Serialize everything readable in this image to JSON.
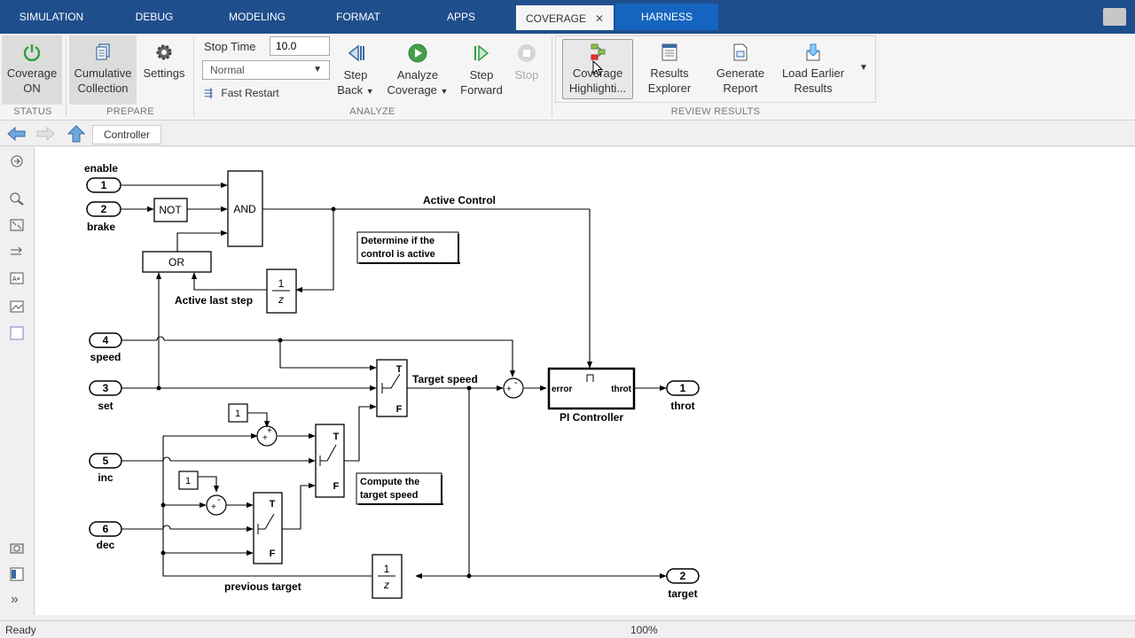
{
  "tabs": [
    "SIMULATION",
    "DEBUG",
    "MODELING",
    "FORMAT",
    "APPS",
    "COVERAGE",
    "HARNESS"
  ],
  "ribbon": {
    "status": {
      "label": "STATUS",
      "coverage_label": "Coverage",
      "coverage_state": "ON"
    },
    "prepare": {
      "label": "PREPARE",
      "cumulative_line1": "Cumulative",
      "cumulative_line2": "Collection",
      "settings": "Settings"
    },
    "analyze": {
      "label": "ANALYZE",
      "stop_time_label": "Stop Time",
      "stop_time_value": "10.0",
      "mode": "Normal",
      "fast_restart": "Fast Restart",
      "step_back_line1": "Step",
      "step_back_line2": "Back",
      "analyze_line1": "Analyze",
      "analyze_line2": "Coverage",
      "step_forward_line1": "Step",
      "step_forward_line2": "Forward",
      "stop": "Stop"
    },
    "review": {
      "label": "REVIEW RESULTS",
      "highlight_line1": "Coverage",
      "highlight_line2": "Highlighti...",
      "results_line1": "Results",
      "results_line2": "Explorer",
      "report_line1": "Generate",
      "report_line2": "Report",
      "load_line1": "Load Earlier",
      "load_line2": "Results"
    }
  },
  "breadcrumb": "Controller",
  "diagram": {
    "inports": [
      {
        "num": "1",
        "name": "enable"
      },
      {
        "num": "2",
        "name": "brake"
      },
      {
        "num": "4",
        "name": "speed"
      },
      {
        "num": "3",
        "name": "set"
      },
      {
        "num": "5",
        "name": "inc"
      },
      {
        "num": "6",
        "name": "dec"
      }
    ],
    "outports": [
      {
        "num": "1",
        "name": "throt"
      },
      {
        "num": "2",
        "name": "target"
      }
    ],
    "blocks": {
      "not": "NOT",
      "and": "AND",
      "or": "OR",
      "delay_num": "1",
      "delay_den": "z",
      "switch_t": "T",
      "switch_f": "F",
      "const": "1",
      "plus": "+",
      "minus": "-",
      "pi_error": "error",
      "pi_throt": "throt",
      "pi_name": "PI Controller"
    },
    "labels": {
      "active_control": "Active Control",
      "active_last_step": "Active last step",
      "target_speed": "Target speed",
      "previous_target": "previous target"
    },
    "annotations": {
      "note1_line1": "Determine if the",
      "note1_line2": "control is active",
      "note2_line1": "Compute the",
      "note2_line2": "target speed"
    }
  },
  "statusbar": {
    "state": "Ready",
    "zoom": "100%"
  }
}
